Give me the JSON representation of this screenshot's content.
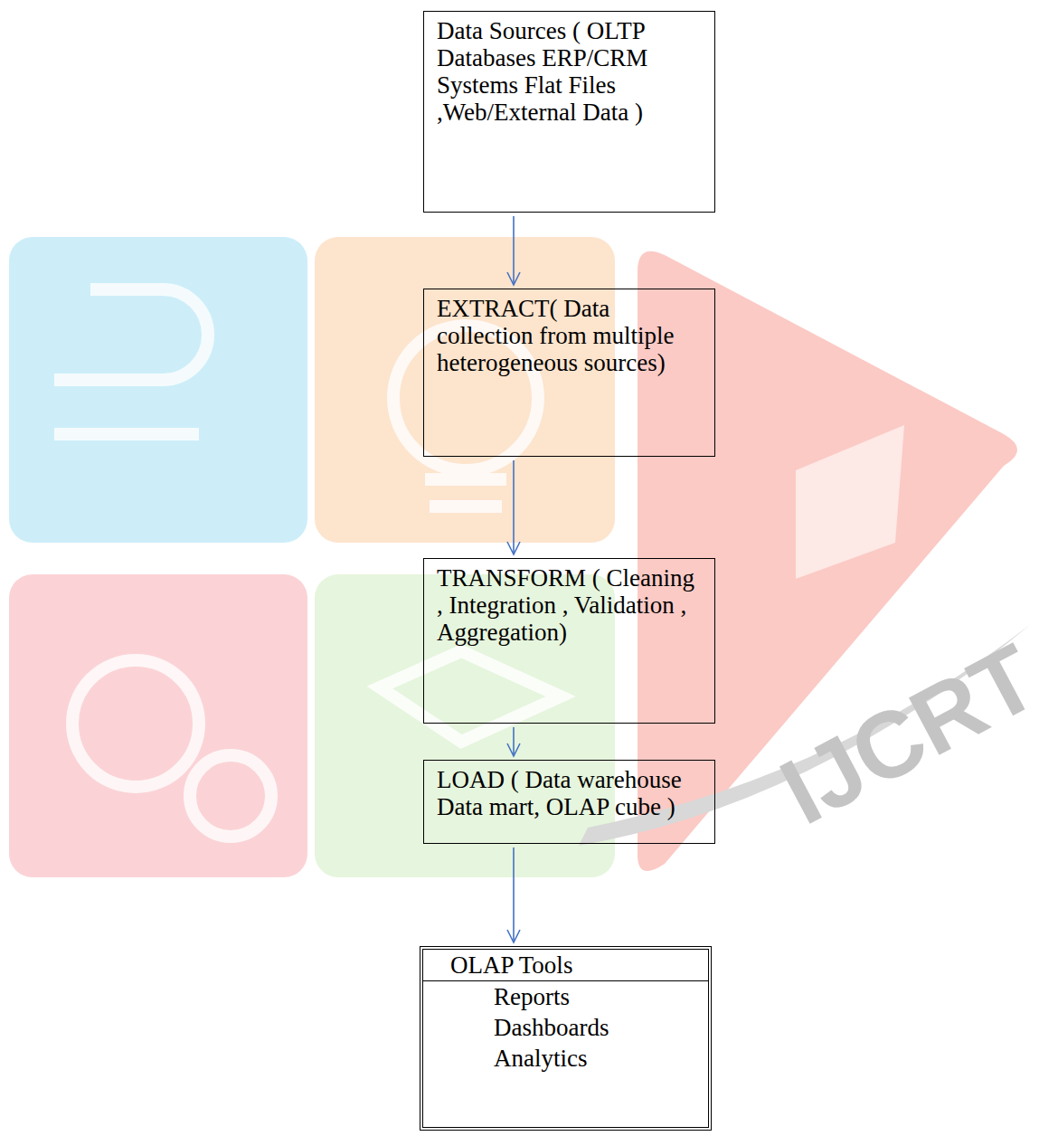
{
  "diagram": {
    "nodes": [
      {
        "text": [
          "Data Sources ( OLTP Databases ERP/CRM Systems Flat Files ,Web/External Data )"
        ]
      },
      {
        "text": [
          "EXTRACT( Data collection from multiple heterogeneous sources)"
        ]
      },
      {
        "text": [
          "TRANSFORM ( Cleaning , Integration , Validation , Aggregation)"
        ]
      },
      {
        "text": [
          "LOAD ( Data warehouse Data mart, OLAP cube )"
        ]
      },
      {
        "text": [
          "OLAP Tools",
          "Reports",
          "Dashboards",
          "Analytics"
        ]
      }
    ],
    "edges": [
      {
        "from": 0,
        "to": 1,
        "arrow": "to"
      },
      {
        "from": 1,
        "to": 2,
        "arrow": "to"
      },
      {
        "from": 2,
        "to": 3,
        "arrow": "to"
      },
      {
        "from": 3,
        "to": 4,
        "arrow": "to"
      }
    ],
    "labels": [
      "IJCRT"
    ]
  }
}
